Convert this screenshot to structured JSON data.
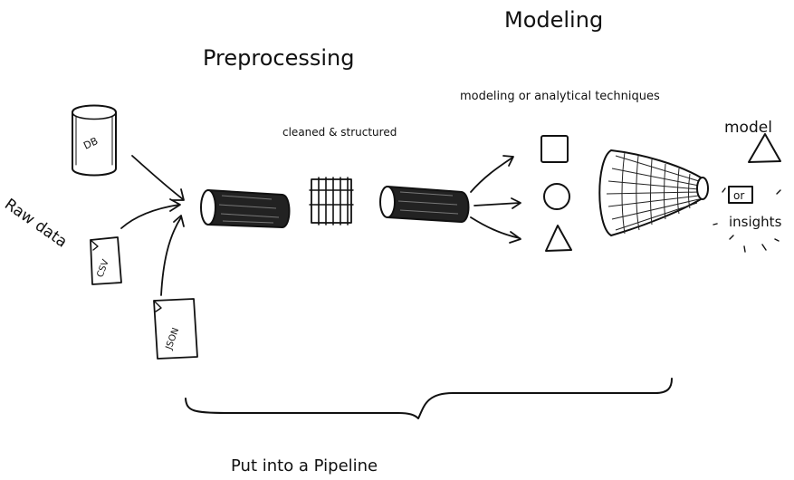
{
  "labels": {
    "modeling": "Modeling",
    "preprocessing": "Preprocessing",
    "raw_data": "Raw data",
    "db": "DB",
    "csv": "CSV",
    "json": "JSON",
    "cleaned_structured": "cleaned & structured",
    "techniques": "modeling or analytical techniques",
    "model": "model",
    "or": "or",
    "insights": "insights",
    "pipeline": "Put into a Pipeline"
  }
}
